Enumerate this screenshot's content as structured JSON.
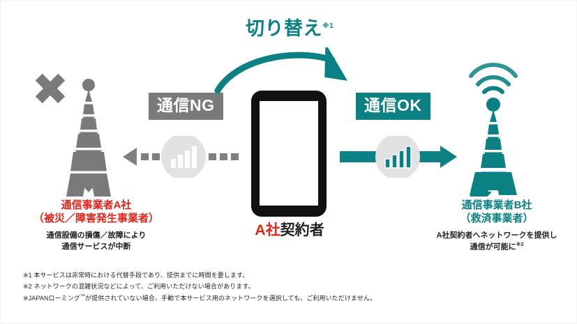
{
  "diagram": {
    "title_hidden": "",
    "switch_label": {
      "text": "切り替え",
      "note_marker": "※1",
      "color": "#0b8184"
    },
    "left": {
      "tower_icon": "cell-tower-icon",
      "status_icon": "x-mark-icon",
      "tower_color": "#7a7a7a",
      "badge": "通信NG",
      "badge_color": "#7a7a7a",
      "signal_icon": "signal-bars-icon",
      "arrow_icon": "dashed-arrow-left-icon",
      "carrier_line1": "通信事業者A社",
      "carrier_line2": "（被災／障害発生事業者）",
      "carrier_color": "#e2231a",
      "sub_line1": "通信設備の損傷／故障により",
      "sub_line2": "通信サービスが中断"
    },
    "center": {
      "device_icon": "smartphone-icon",
      "caption_red": "A社",
      "caption_black": "契約者"
    },
    "right": {
      "tower_icon": "cell-tower-icon",
      "status_icon": "wifi-waves-icon",
      "tower_color": "#0b8184",
      "badge": "通信OK",
      "badge_color": "#0b8184",
      "signal_icon": "signal-bars-icon",
      "arrow_icon": "solid-arrow-right-icon",
      "carrier_line1": "通信事業者B社",
      "carrier_line2": "（救済事業者）",
      "carrier_color": "#0b8184",
      "sub_line1": "A社契約者へネットワークを提供し",
      "sub_line2": "通信が可能に",
      "sub_note_marker": "※2"
    }
  },
  "footnotes": {
    "line1": "※1 本サービスは非常時における代替手段であり、提供までに時間を要します。",
    "line2": "※2 ネットワークの混雑状況などによって、ご利用いただけない場合があります。",
    "line3_a": "※JAPANローミング",
    "line3_tm": "™",
    "line3_b": "が提供されていない場合、手動で本サービス用のネットワークを選択しても、ご利用いただけません。"
  }
}
